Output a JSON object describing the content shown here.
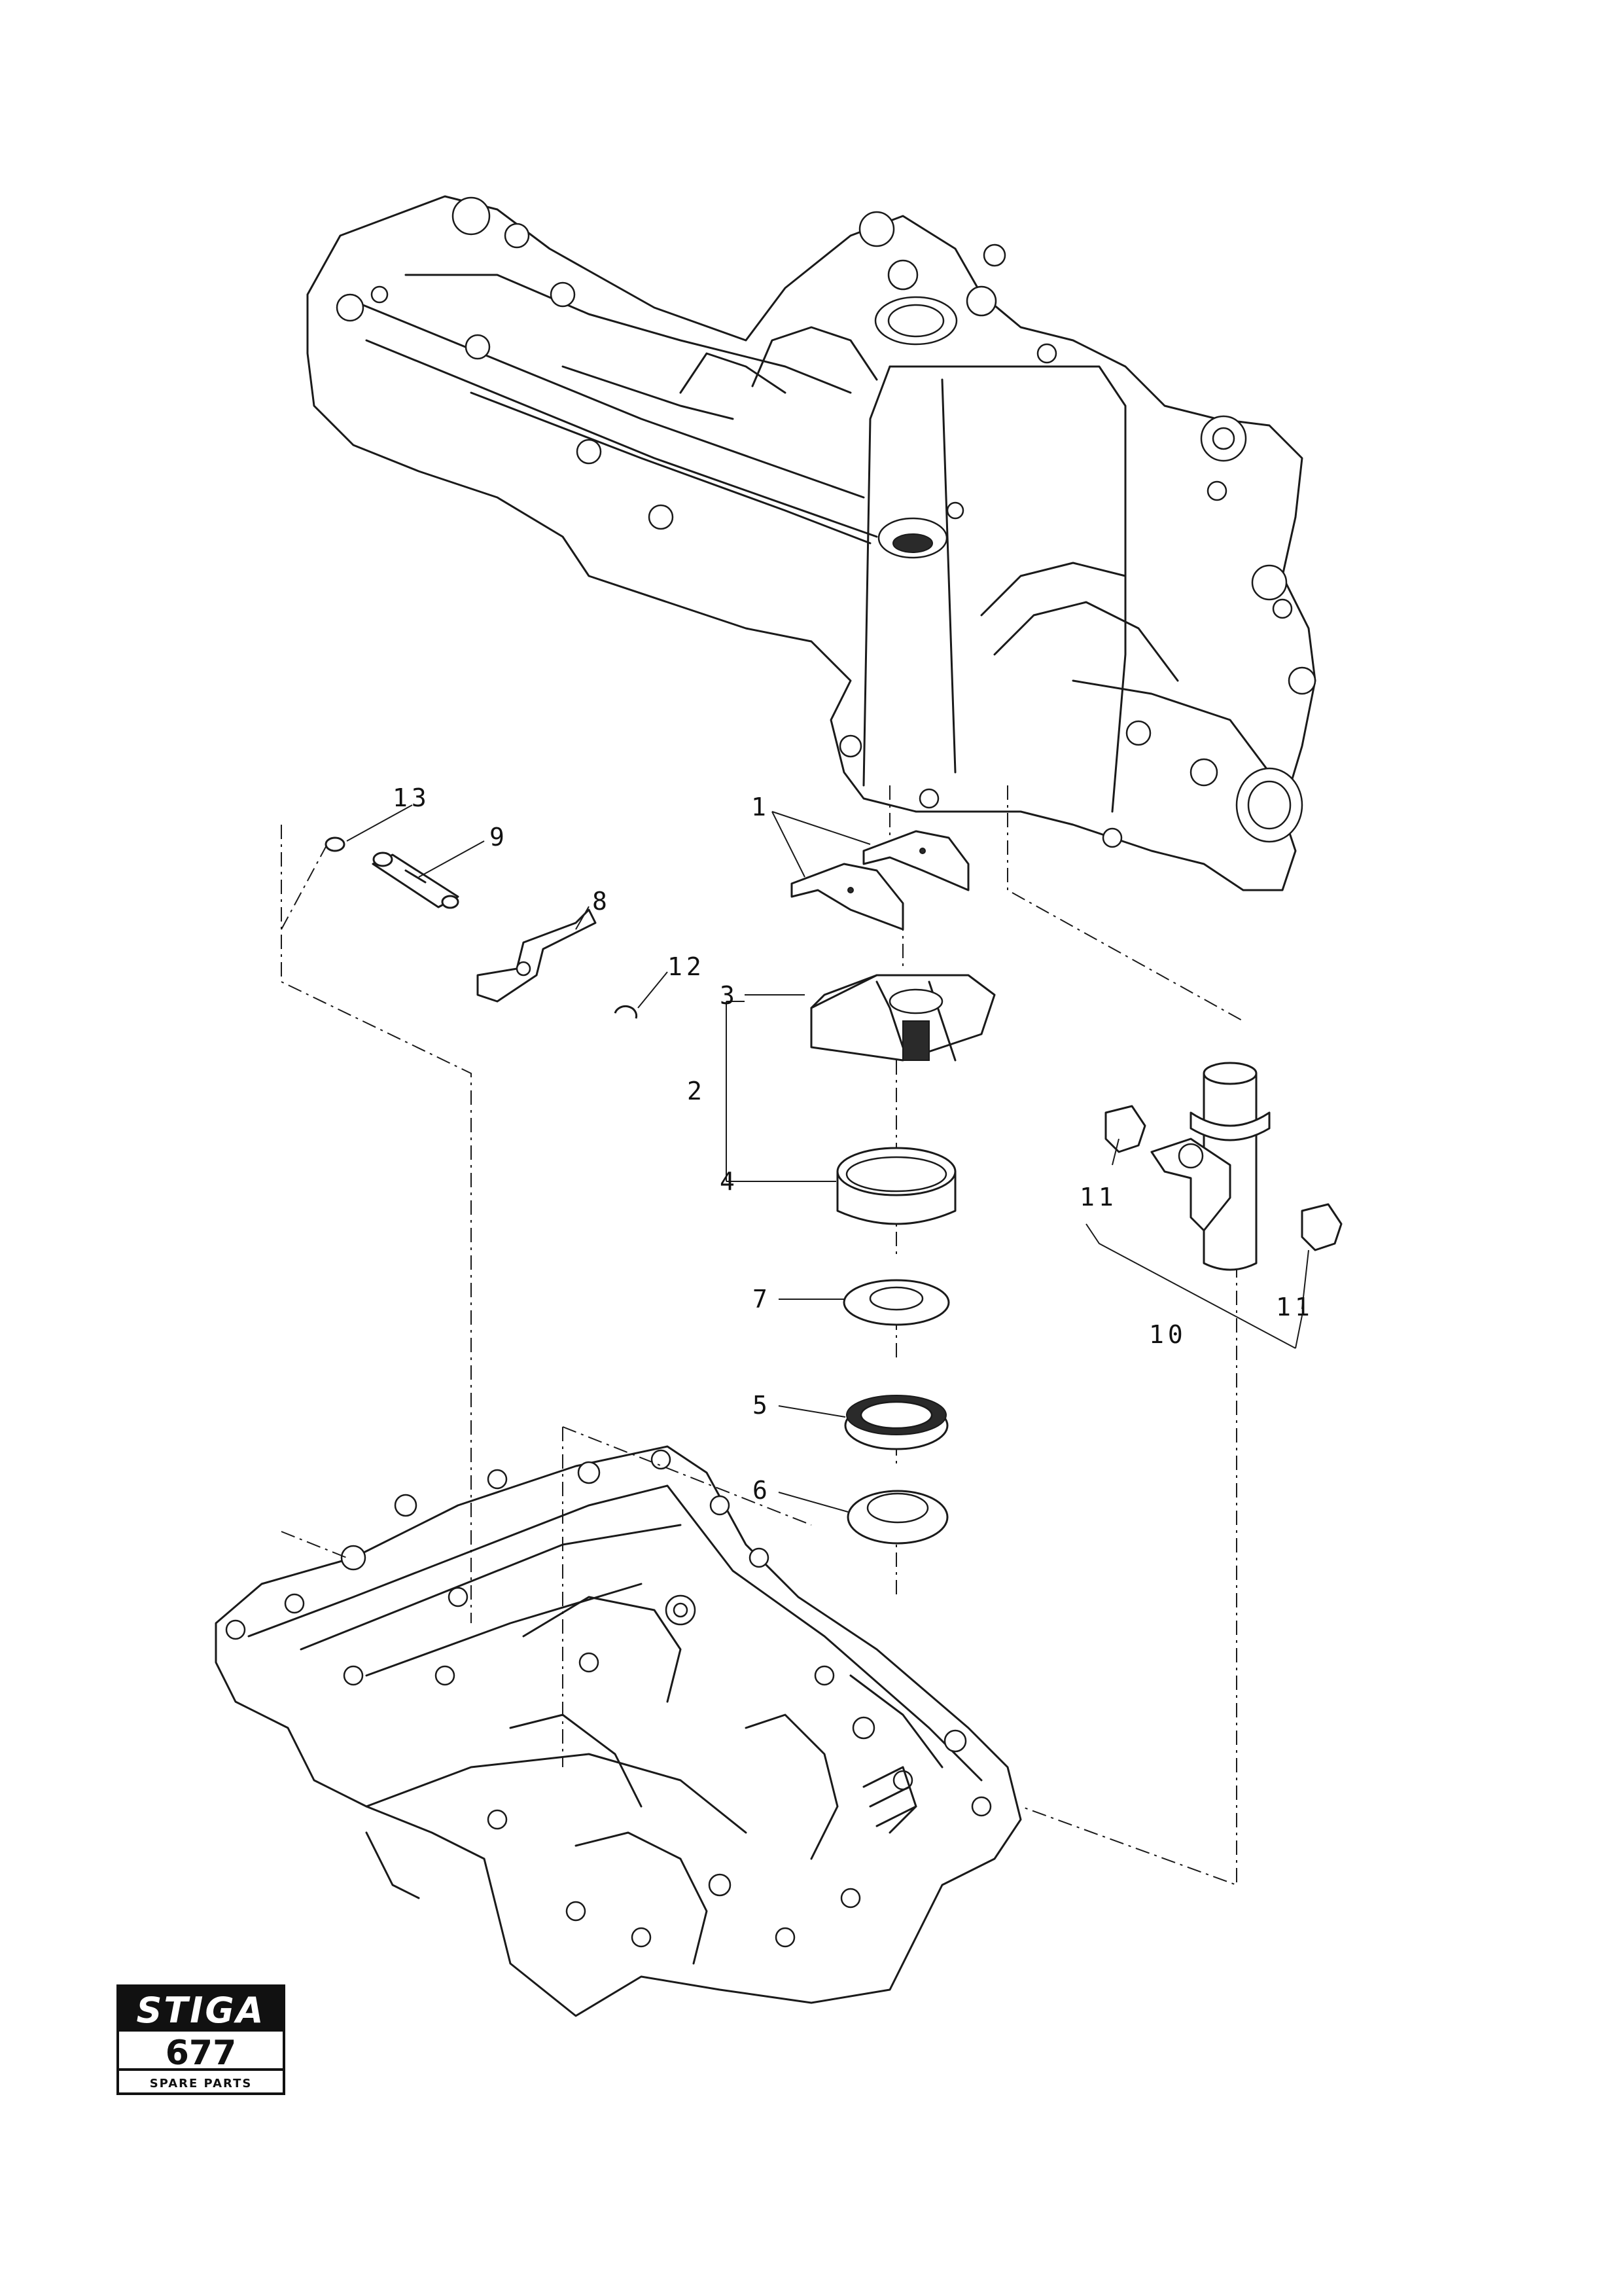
{
  "diagram": {
    "callouts": [
      {
        "id": "c1",
        "label": "1"
      },
      {
        "id": "c2",
        "label": "2"
      },
      {
        "id": "c3",
        "label": "3"
      },
      {
        "id": "c4",
        "label": "4"
      },
      {
        "id": "c5",
        "label": "5"
      },
      {
        "id": "c6",
        "label": "6"
      },
      {
        "id": "c7",
        "label": "7"
      },
      {
        "id": "c8",
        "label": "8"
      },
      {
        "id": "c9",
        "label": "9"
      },
      {
        "id": "c10",
        "label": "10"
      },
      {
        "id": "c11a",
        "label": "11"
      },
      {
        "id": "c11b",
        "label": "11"
      },
      {
        "id": "c12",
        "label": "12"
      },
      {
        "id": "c13",
        "label": "13"
      }
    ]
  },
  "logo": {
    "brand": "STIGA",
    "model": "677",
    "subtitle": "SPARE PARTS"
  }
}
